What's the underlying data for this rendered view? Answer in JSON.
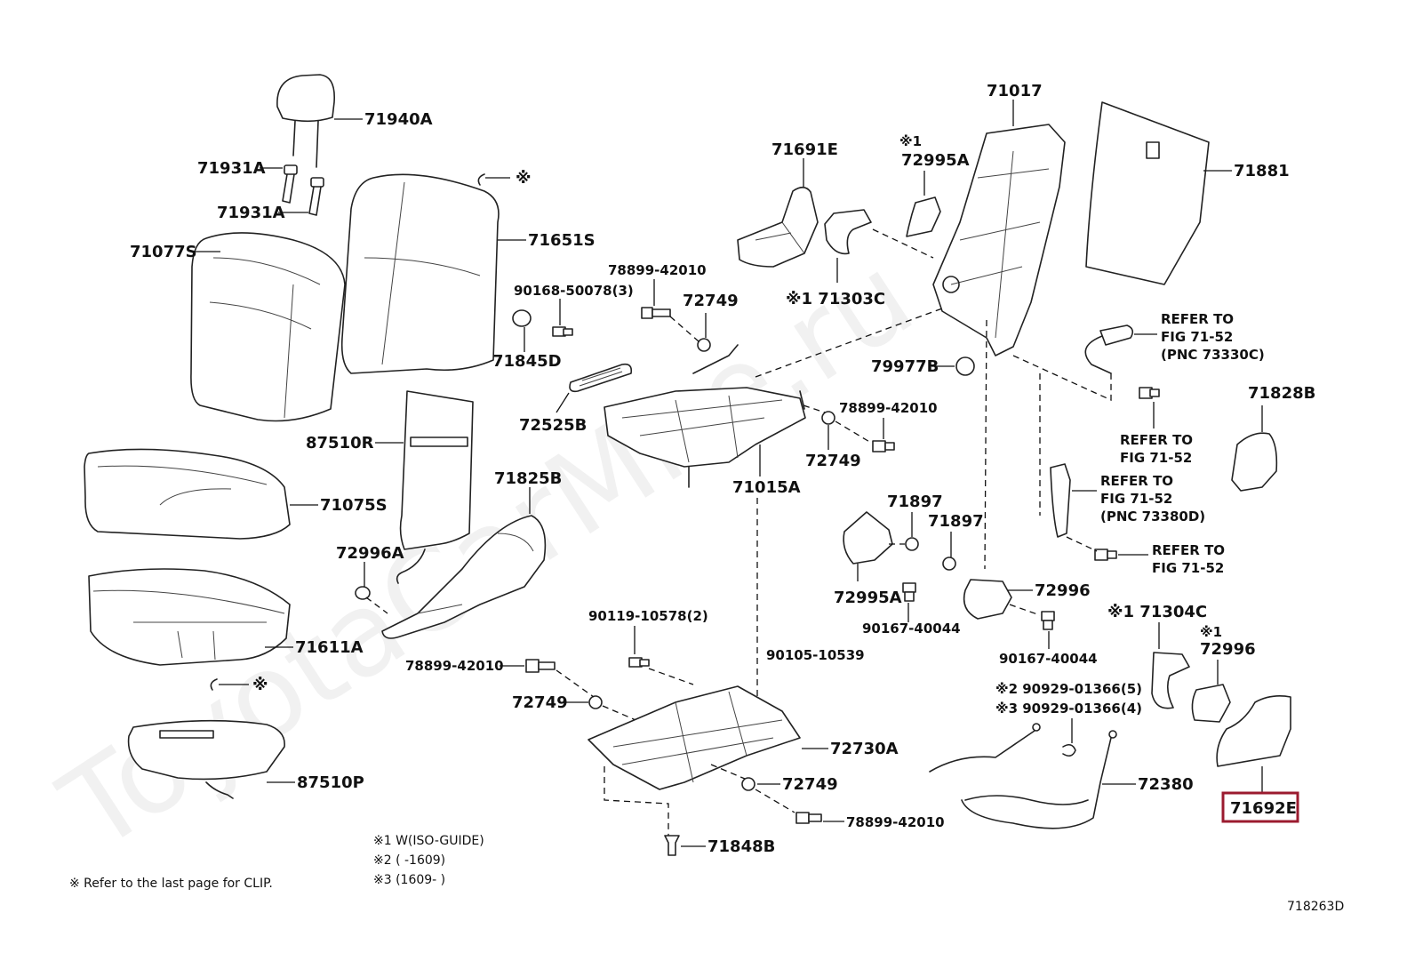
{
  "watermark": "ToyotaCarMire.ru",
  "figure_id": "718263D",
  "clip_note": "※  Refer to the last page for CLIP.",
  "legend": [
    "※1 W(ISO-GUIDE)",
    "※2 (       -1609)",
    "※3 (1609-       )"
  ],
  "highlight_color": "#9b1b2f",
  "labels": {
    "p71940A": "71940A",
    "p71931A_1": "71931A",
    "p71931A_2": "71931A",
    "p71077S": "71077S",
    "p71651S": "71651S",
    "clip_top": "※",
    "clip_mid": "※",
    "p87510R": "87510R",
    "p71075S": "71075S",
    "p72996A": "72996A",
    "p71611A": "71611A",
    "p87510P": "87510P",
    "p71825B": "71825B",
    "p78899_a": "78899-42010",
    "p90168": "90168-50078(3)",
    "p72749_a": "72749",
    "p71845D": "71845D",
    "p72525B": "72525B",
    "p71015A": "71015A",
    "p78899_b": "78899-42010",
    "p72749_b": "72749",
    "p90119": "90119-10578(2)",
    "p78899_c": "78899-42010",
    "p72749_c": "72749",
    "p90105": "90105-10539",
    "p72730A": "72730A",
    "p72749_d": "72749",
    "p78899_d": "78899-42010",
    "p71848B": "71848B",
    "p71691E": "71691E",
    "p72995A_mark": "※1",
    "p72995A_top": "72995A",
    "p71303C": "※1 71303C",
    "p71017": "71017",
    "p71881": "71881",
    "p79977B": "79977B",
    "p71897_a": "71897",
    "p71897_b": "71897",
    "p72995A_bot": "72995A",
    "p72996": "72996",
    "p90167_a": "90167-40044",
    "p90167_b": "90167-40044",
    "ref1_a": "REFER TO",
    "ref1_b": "FIG 71-52",
    "ref1_c": "(PNC 73330C)",
    "ref2_a": "REFER TO",
    "ref2_b": "FIG 71-52",
    "p71828B": "71828B",
    "ref3_a": "REFER TO",
    "ref3_b": "FIG 71-52",
    "ref3_c": "(PNC 73380D)",
    "ref4_a": "REFER TO",
    "ref4_b": "FIG 71-52",
    "p71304C": "※1 71304C",
    "p72996_mark": "※1",
    "p72996_r": "72996",
    "p90929_5": "※2  90929-01366(5)",
    "p90929_4": "※3  90929-01366(4)",
    "p72380": "72380",
    "p71692E": "71692E"
  }
}
